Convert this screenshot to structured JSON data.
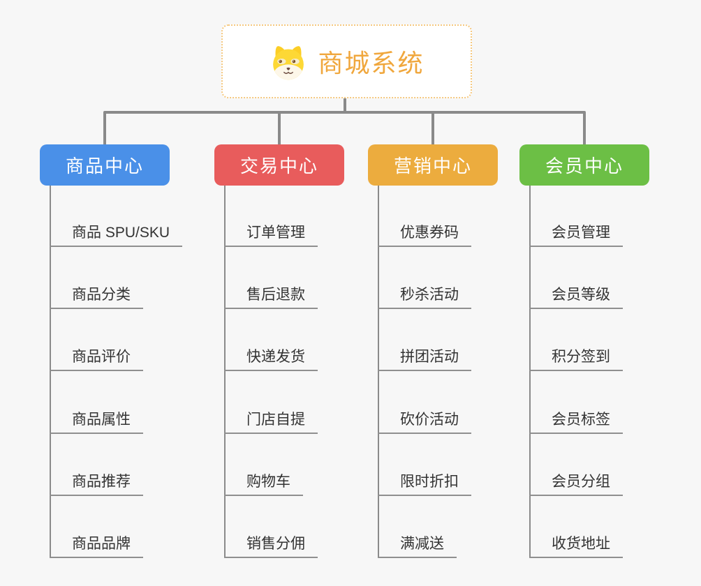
{
  "page": {
    "background": "#f7f7f7"
  },
  "root": {
    "title": "商城系统",
    "icon": "dog-icon",
    "text_color": "#f0a73d",
    "border_color": "#f5c87e"
  },
  "connector_color": "#8a8a8a",
  "branches": [
    {
      "label": "商品中心",
      "color": "#4a90e8",
      "items": [
        "商品 SPU/SKU",
        "商品分类",
        "商品评价",
        "商品属性",
        "商品推荐",
        "商品品牌"
      ]
    },
    {
      "label": "交易中心",
      "color": "#e85c5c",
      "items": [
        "订单管理",
        "售后退款",
        "快递发货",
        "门店自提",
        "购物车",
        "销售分佣"
      ]
    },
    {
      "label": "营销中心",
      "color": "#ecac3e",
      "items": [
        "优惠券码",
        "秒杀活动",
        "拼团活动",
        "砍价活动",
        "限时折扣",
        "满减送"
      ]
    },
    {
      "label": "会员中心",
      "color": "#6cbf45",
      "items": [
        "会员管理",
        "会员等级",
        "积分签到",
        "会员标签",
        "会员分组",
        "收货地址"
      ]
    }
  ]
}
